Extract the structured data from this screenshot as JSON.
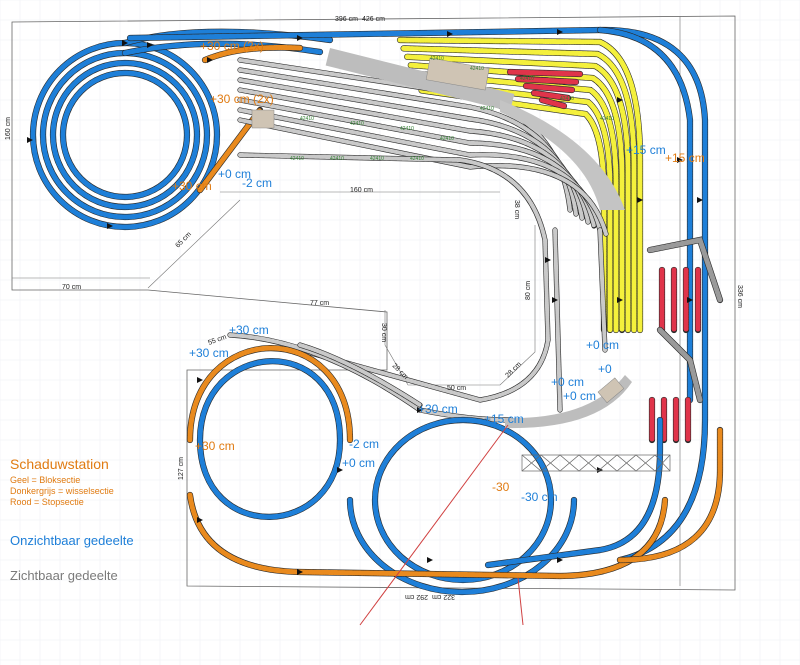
{
  "colors": {
    "hidden": "#1e7fd8",
    "hidden_dark": "#2d7f74",
    "block": "#f4f03c",
    "switch": "#9a9a9a",
    "stop": "#e0344a",
    "ramp": "#e98a1e",
    "visible": "#c9c9c9",
    "platform": "#bdbdbd",
    "arrow": "#111111",
    "pointer": "#d04040",
    "outline": "#555555"
  },
  "dimensions": {
    "top_total": "396 cm",
    "top_right": "426 cm",
    "left_height": "160 cm",
    "diagonal_65": "65 cm",
    "bottom_left": "70 cm",
    "inner_160": "160 cm",
    "v_38": "38 cm",
    "v_80": "80 cm",
    "d_28_right": "28 cm",
    "h_50": "50 cm",
    "d_28_left": "28 cm",
    "v_30": "30 cm",
    "h_77": "77 cm",
    "d_55": "55 cm",
    "left_127": "127 cm",
    "right_336": "336 cm",
    "bottom": "322 cm",
    "bottom_inner": "292 cm"
  },
  "levels": [
    {
      "text": "+30 cm (2x)",
      "color": "orange"
    },
    {
      "text": "+30 cm (2x)",
      "color": "orange"
    },
    {
      "text": "+30 cm",
      "color": "orange"
    },
    {
      "text": "+0 cm",
      "color": "blue"
    },
    {
      "text": "-2 cm",
      "color": "blue"
    },
    {
      "text": "+15 cm",
      "color": "blue"
    },
    {
      "text": "+15 cm",
      "color": "orange"
    },
    {
      "text": "+30 cm",
      "color": "blue"
    },
    {
      "text": "+30 cm",
      "color": "blue"
    },
    {
      "text": "+30 cm",
      "color": "orange"
    },
    {
      "text": "+30 cm",
      "color": "blue"
    },
    {
      "text": "+15 cm",
      "color": "blue"
    },
    {
      "text": "-2 cm",
      "color": "blue"
    },
    {
      "text": "+0 cm",
      "color": "blue"
    },
    {
      "text": "+0 cm",
      "color": "blue"
    },
    {
      "text": "+0 cm",
      "color": "blue"
    },
    {
      "text": "+0",
      "color": "blue"
    },
    {
      "text": "-30",
      "color": "orange"
    },
    {
      "text": "-30 cm",
      "color": "blue"
    }
  ],
  "track_code": "42410",
  "legend": {
    "title": "Schaduwstation",
    "yellow": "Geel = Bloksectie",
    "grey": "Donkergrijs = wisselsectie",
    "red": "Rood = Stopsectie",
    "hidden": "Onzichtbaar gedeelte",
    "visible": "Zichtbaar gedeelte"
  }
}
